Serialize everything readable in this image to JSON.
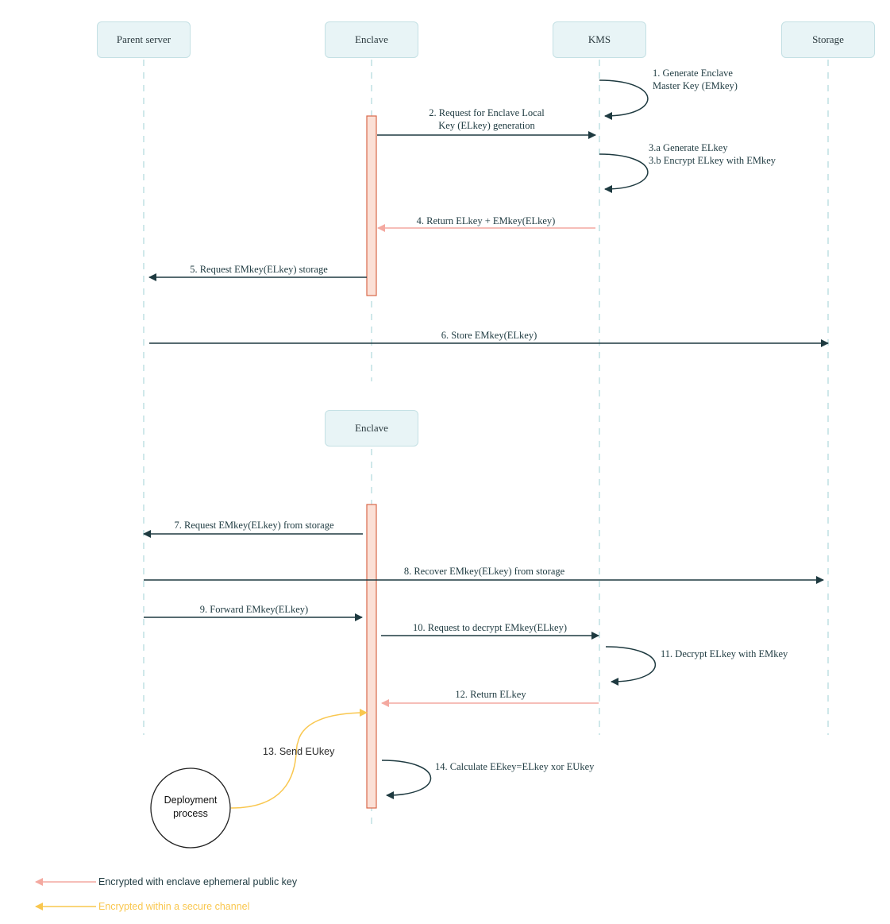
{
  "actors": {
    "parent_server": "Parent server",
    "enclave": "Enclave",
    "kms": "KMS",
    "storage": "Storage",
    "enclave_second": "Enclave"
  },
  "messages": {
    "m1": [
      "1. Generate Enclave",
      "Master Key (EMkey)"
    ],
    "m2": [
      "2. Request for Enclave Local",
      "Key (ELkey) generation"
    ],
    "m3": [
      "3.a Generate ELkey",
      "3.b Encrypt ELkey with EMkey"
    ],
    "m4": "4. Return ELkey + EMkey(ELkey)",
    "m5": "5. Request  EMkey(ELkey) storage",
    "m6": "6. Store EMkey(ELkey)",
    "m7": "7. Request EMkey(ELkey) from storage",
    "m8": "8. Recover EMkey(ELkey) from storage",
    "m9": "9. Forward EMkey(ELkey)",
    "m10": "10. Request to decrypt  EMkey(ELkey)",
    "m11": "11. Decrypt ELkey with EMkey",
    "m12": "12. Return ELkey",
    "m13": "13. Send EUkey",
    "m14": "14. Calculate EEkey=ELkey xor EUkey"
  },
  "deployment": [
    "Deployment",
    "process"
  ],
  "legend": {
    "encrypted_ephemeral": "Encrypted with enclave ephemeral public key",
    "encrypted_secure_channel": "Encrypted within a secure channel"
  },
  "colors": {
    "arrow_default": "#1e3a40",
    "arrow_ephemeral": "#f4a9a0",
    "arrow_secure_channel": "#f9c74f",
    "lifeline": "#bfe0e4",
    "activation_fill": "#fbe0d6",
    "activation_border": "#d9694a",
    "actor_fill": "#e8f4f6"
  }
}
